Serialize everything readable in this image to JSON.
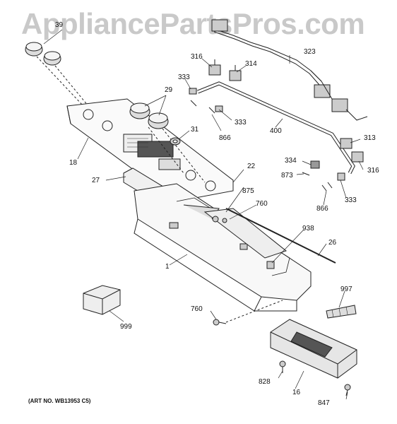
{
  "watermark": "AppliancePartsPros.com",
  "art_number": "(ART NO. WB13953 C5)",
  "callouts": {
    "c39": "39",
    "c316a": "316",
    "c314": "314",
    "c323": "323",
    "c333a": "333",
    "c29": "29",
    "c333b": "333",
    "c31": "31",
    "c866a": "866",
    "c400": "400",
    "c313": "313",
    "c18": "18",
    "c334": "334",
    "c316b": "316",
    "c873": "873",
    "c22": "22",
    "c27": "27",
    "c875": "875",
    "c333c": "333",
    "c866b": "866",
    "c760a": "760",
    "c938": "938",
    "c26": "26",
    "c1": "1",
    "c997": "997",
    "c760b": "760",
    "c999": "999",
    "c828": "828",
    "c16": "16",
    "c847": "847"
  }
}
